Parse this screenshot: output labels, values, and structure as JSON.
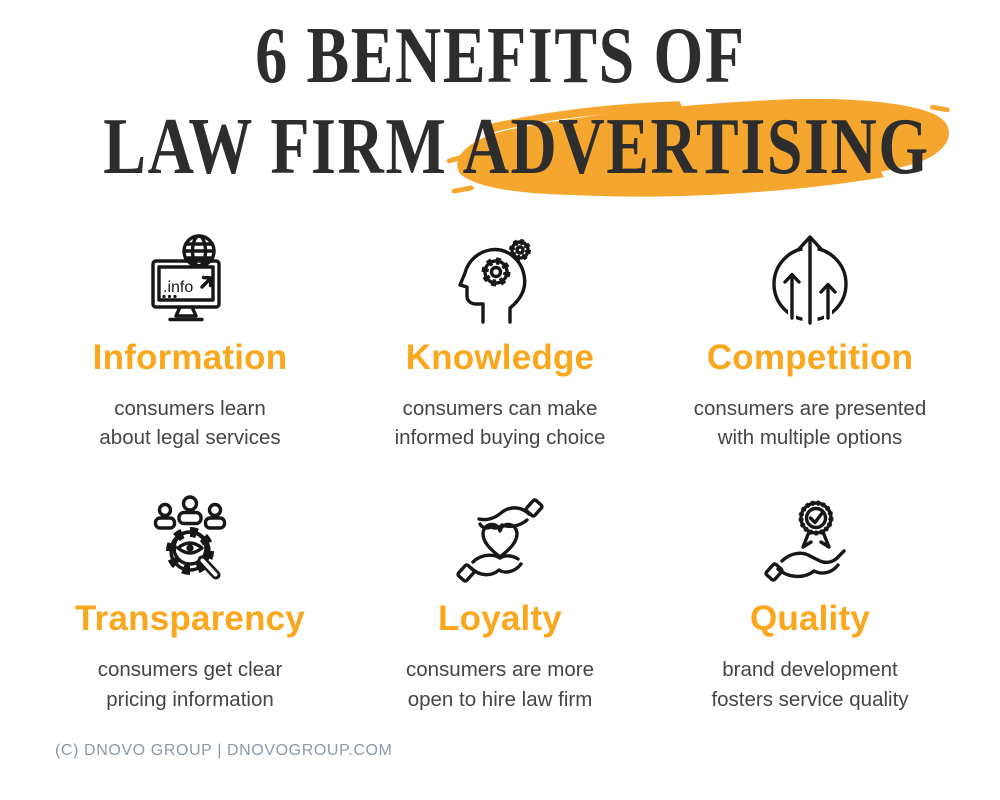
{
  "title": {
    "line1": "6 BENEFITS OF",
    "line2_prefix": "LAW FIRM",
    "line2_highlight": "ADVERTISING"
  },
  "benefits": [
    {
      "icon": "info-monitor-icon",
      "heading": "Information",
      "line1": "consumers learn",
      "line2": "about legal services"
    },
    {
      "icon": "head-gears-icon",
      "heading": "Knowledge",
      "line1": "consumers can make",
      "line2": "informed buying choice"
    },
    {
      "icon": "rising-arrows-icon",
      "heading": "Competition",
      "line1": "consumers are presented",
      "line2": "with multiple options"
    },
    {
      "icon": "magnifier-eye-gear-icon",
      "heading": "Transparency",
      "line1": "consumers get clear",
      "line2": "pricing information"
    },
    {
      "icon": "hands-heart-icon",
      "heading": "Loyalty",
      "line1": "consumers are more",
      "line2": "open to hire law firm"
    },
    {
      "icon": "hand-award-badge-icon",
      "heading": "Quality",
      "line1": "brand development",
      "line2": "fosters service quality"
    }
  ],
  "footer": {
    "copyright": "(C) DNOVO GROUP | DNOVOGROUP.COM"
  },
  "colors": {
    "accent_orange": "#FAA71D",
    "highlight_orange": "#F5A62F",
    "title_charcoal": "#2D2D2D",
    "body_gray": "#454545",
    "footer_slate": "#8C99A6",
    "icon_ink": "#171717"
  }
}
